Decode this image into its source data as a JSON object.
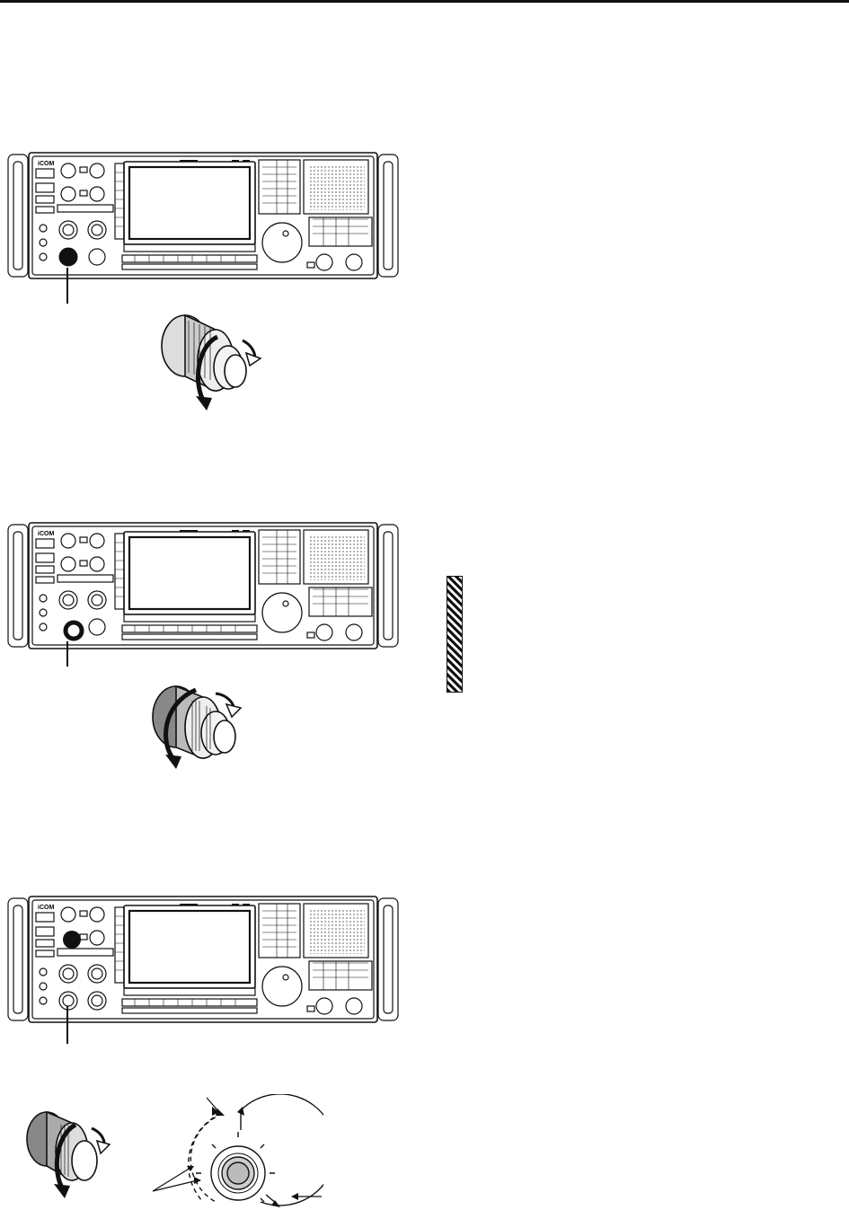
{
  "brand_logo": "iCOM",
  "panels": [
    {
      "highlight": "lower-left-knob"
    },
    {
      "highlight": "lower-left-ring"
    },
    {
      "highlight": "upper-left-knob"
    }
  ]
}
